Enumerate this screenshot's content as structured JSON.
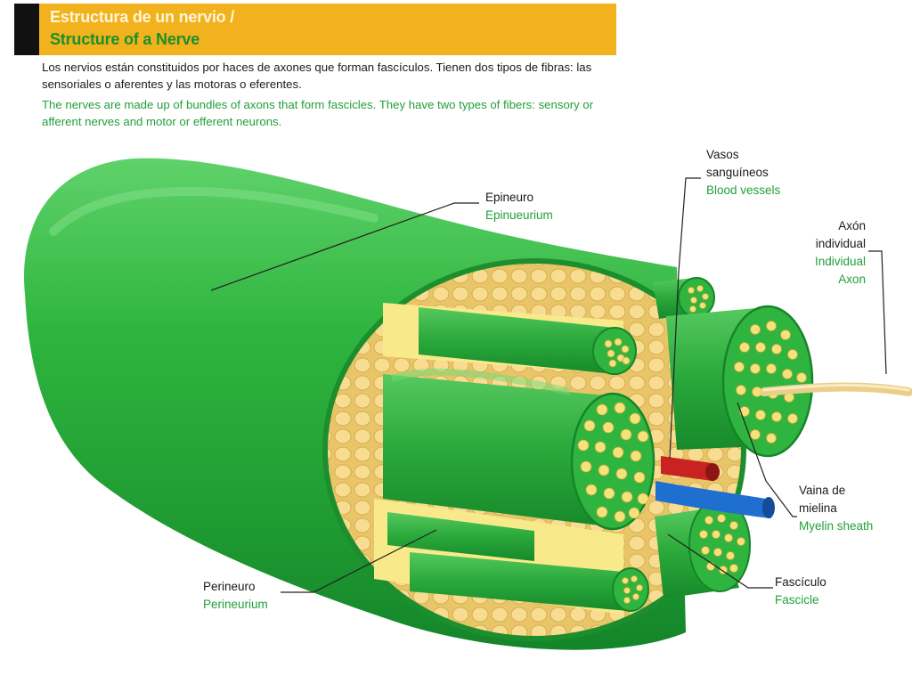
{
  "title": {
    "es": "Estructura de un nervio /",
    "en": "Structure of a Nerve"
  },
  "intro": {
    "es": "Los nervios están constituidos por haces de axones que forman fascículos. Tienen dos tipos de fibras: las sensoriales o aferentes y las motoras o eferentes.",
    "en": "The nerves are made up of bundles of axons that form fascicles. They have two types of fibers: sensory or afferent nerves and motor or efferent neurons."
  },
  "labels": {
    "epineurium": {
      "es": "Epineuro",
      "en": "Epinueurium"
    },
    "blood_vessels": {
      "es_line1": "Vasos",
      "es_line2": "sanguíneos",
      "en": "Blood vessels"
    },
    "axon": {
      "es_line1": "Axón",
      "es_line2": "individual",
      "en_line1": "Individual",
      "en_line2": "Axon"
    },
    "myelin": {
      "es_line1": "Vaina de",
      "es_line2": "mielina",
      "en": "Myelin sheath"
    },
    "fascicle": {
      "es": "Fascículo",
      "en": "Fascicle"
    },
    "perineurium": {
      "es": "Perineuro",
      "en": "Perineurium"
    }
  },
  "colors": {
    "accent": "#f2b21d",
    "nerve_green": "#2dae3c",
    "text_green": "#22a03a",
    "fat_yellow": "#f3d37a",
    "artery_red": "#d42a2a",
    "vein_blue": "#1f6fd1"
  }
}
